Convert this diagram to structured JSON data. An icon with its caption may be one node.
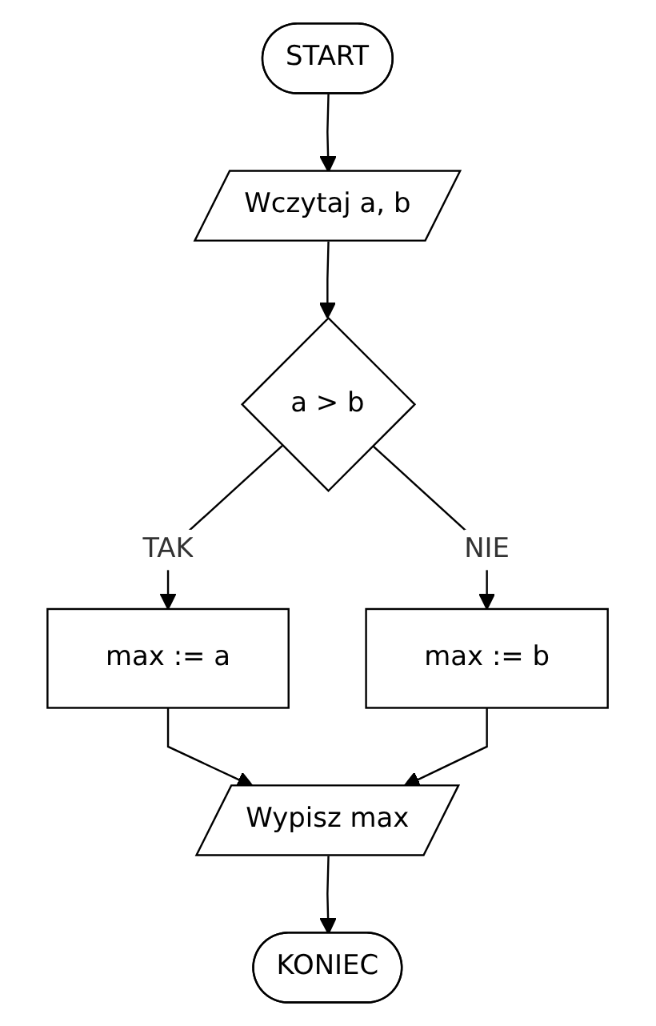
{
  "diagram": {
    "nodes": [
      {
        "text": [
          "START"
        ]
      },
      {
        "text": [
          "Wczytaj a, b"
        ]
      },
      {
        "text": [
          "a > b"
        ]
      },
      {
        "text": [
          "max := a"
        ]
      },
      {
        "text": [
          "max := b"
        ]
      },
      {
        "text": [
          "Wypisz max"
        ]
      },
      {
        "text": [
          "KONIEC"
        ]
      }
    ],
    "edges": [
      {
        "from": 0,
        "to": 1,
        "arrow": "to"
      },
      {
        "from": 1,
        "to": 2,
        "arrow": "to"
      },
      {
        "from": 2,
        "to": 3,
        "label": "TAK",
        "arrow": "to"
      },
      {
        "from": 2,
        "to": 4,
        "label": "NIE",
        "arrow": "to"
      },
      {
        "from": 3,
        "to": 5,
        "arrow": "to"
      },
      {
        "from": 4,
        "to": 5,
        "arrow": "to"
      },
      {
        "from": 5,
        "to": 6,
        "arrow": "to"
      }
    ]
  }
}
